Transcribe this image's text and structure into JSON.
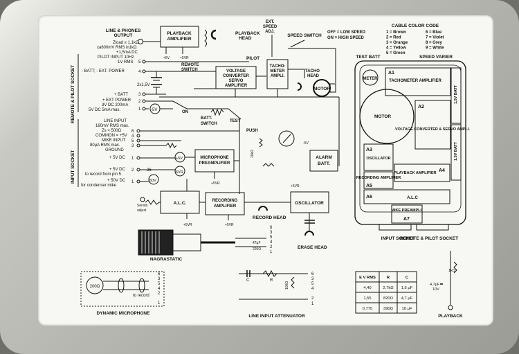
{
  "labels": {
    "line_phones_1": "LINE & PHONES",
    "line_phones_2": "OUTPUT",
    "zload_1": "Zload ≤ 1,1kΩ",
    "zload_2": "ca600mV RMS in1kΩ",
    "zload_3": "+1,5mA DC",
    "playback_amp_1": "PLAYBACK",
    "playback_amp_2": "AMPLIFIER",
    "playback_head_1": "PLAYBACK",
    "playback_head_2": "HEAD",
    "ext_speed_1": "EXT.",
    "ext_speed_2": "SPEED",
    "ext_speed_3": "ADJ.",
    "speed_switch": "SPEED SWITCH",
    "off_low": "OFF = LOW SPEED",
    "on_high": "ON  = HIGH SPEED",
    "cable_title": "CABLE COLOR CODE",
    "pilot": "PILOT",
    "pilot_input_1": "PILOT INPUT 10Hz",
    "pilot_input_2": "1V RMS",
    "batt_ext_power": "- BATT; - EXT. POWER",
    "remote_switch_1": "REMOTE",
    "remote_switch_2": "SWITCH",
    "voltage_conv_1": "VOLTAGE",
    "voltage_conv_2": "CONVERTER",
    "voltage_conv_3": "SERVO",
    "voltage_conv_4": "AMPLIFIER",
    "tacho_amp_1": "TACHO-",
    "tacho_amp_2": "METER",
    "tacho_amp_3": "AMPLI.",
    "tacho_head_1": "TACHO",
    "tacho_head_2": "HEAD",
    "motor": "MOTOR",
    "test_batt": "TEST BATT",
    "speed_varier": "SPEED VARIER",
    "remote_pilot_socket": "REMOTE & PILOT SOCKET",
    "cells": "2x1,5V",
    "plus_batt": "+ BATT",
    "ext_power_1": "+ EXT POWER",
    "ext_power_2": "3V DC  200mA",
    "ext_power_3": "5V DC  5mA max.",
    "on": "ON",
    "batt_switch_1": "BATT.",
    "batt_switch_2": "SWITCH",
    "test": "TEST",
    "push": "PUSH",
    "line_input_1": "LINE INPUT",
    "line_input_2": "160mV RMS max.",
    "line_input_3": "Zs < 500Ω",
    "common": "COMMON = +5V",
    "mike_input_1": "MIKE INPUT",
    "mike_input_2": "80μA RMS max.",
    "ground": "GROUND",
    "input_socket_side": "INPUT SOCKET",
    "plus5v": "+ 5V DC",
    "plus5v_b": "+ 5V DC",
    "to_record_pin": "to record from pin 5",
    "plus50v": "+ 50V DC",
    "condenser": "for condenser mike",
    "mic_preamp_1": "MICROPHONE",
    "mic_preamp_2": "PREAMPLIFIER",
    "alarm_1": "ALARM",
    "alarm_2": "BATT.",
    "alc": "A.L.C.",
    "rec_amp_1": "RECORDING",
    "rec_amp_2": "AMPLIFIER",
    "oscillator": "OSCILLATOR",
    "record_head": "RECORD HEAD",
    "erase_head": "ERASE HEAD",
    "sensib_1": "Sensib.",
    "sensib_2": "adjust",
    "nagrastatic": "NAGRASTATIC",
    "dynamic_mic": "DYNAMIC MICROPHONE",
    "to_record": "to record",
    "line_attn": "LINE INPUT ATTENUATOR",
    "input_socket": "INPUT SOCKET",
    "remote_pilot": "REMOTE & PILOT SOCKET",
    "playback": "PLAYBACK",
    "cap_220": "220Ω",
    "cap_47": "47μF",
    "cap_4_7": "4,7μF",
    "v10": "10V",
    "r1k": "1kΩ",
    "r200": "200Ω",
    "r100": "100Ω",
    "r10k": "10kΩ",
    "plus5vr": "+5VR",
    "minus5v": "-5V",
    "plus5v_s": "+5V",
    "lbl_C": "C",
    "lbl_R": "R",
    "v5": "5V",
    "v50": "50V"
  },
  "cable_codes": [
    {
      "n": "1",
      "c": "Brown"
    },
    {
      "n": "2",
      "c": "Red"
    },
    {
      "n": "3",
      "c": "Orange"
    },
    {
      "n": "4",
      "c": "Yellow"
    },
    {
      "n": "5",
      "c": "Green"
    },
    {
      "n": "6",
      "c": "Blue"
    },
    {
      "n": "7",
      "c": "Violet"
    },
    {
      "n": "8",
      "c": "Grey"
    },
    {
      "n": "9",
      "c": "White"
    }
  ],
  "layout_boxes": {
    "a1": "A1",
    "a1_label": "TACHOMETER AMPLIFIER",
    "a2": "A2",
    "a2_label": "VOLTAGE CONVERTER & SERVO AMPLI.",
    "a3": "A3",
    "a3_label": "OSCILLATOR",
    "a4": "A4",
    "a4_label": "PLAYBACK AMPLIFIER",
    "a5": "A5",
    "a5_label": "RECORDING AMPLIFIER",
    "a6": "A6",
    "a6_label": "A.L.C",
    "a7": "A7",
    "a7_label": "MIKE PREAMPLI.",
    "meter": "METER",
    "motor": "MOTOR",
    "batt": "1,5V BATT"
  },
  "attenuator_table": {
    "headers": [
      "E V RMS",
      "R",
      "C"
    ],
    "rows": [
      [
        "4,40",
        "2,7kΩ",
        "1,5 μF"
      ],
      [
        "1,55",
        "820Ω",
        "4,7 μF"
      ],
      [
        "0,775",
        "390Ω",
        "10 μF"
      ]
    ]
  }
}
